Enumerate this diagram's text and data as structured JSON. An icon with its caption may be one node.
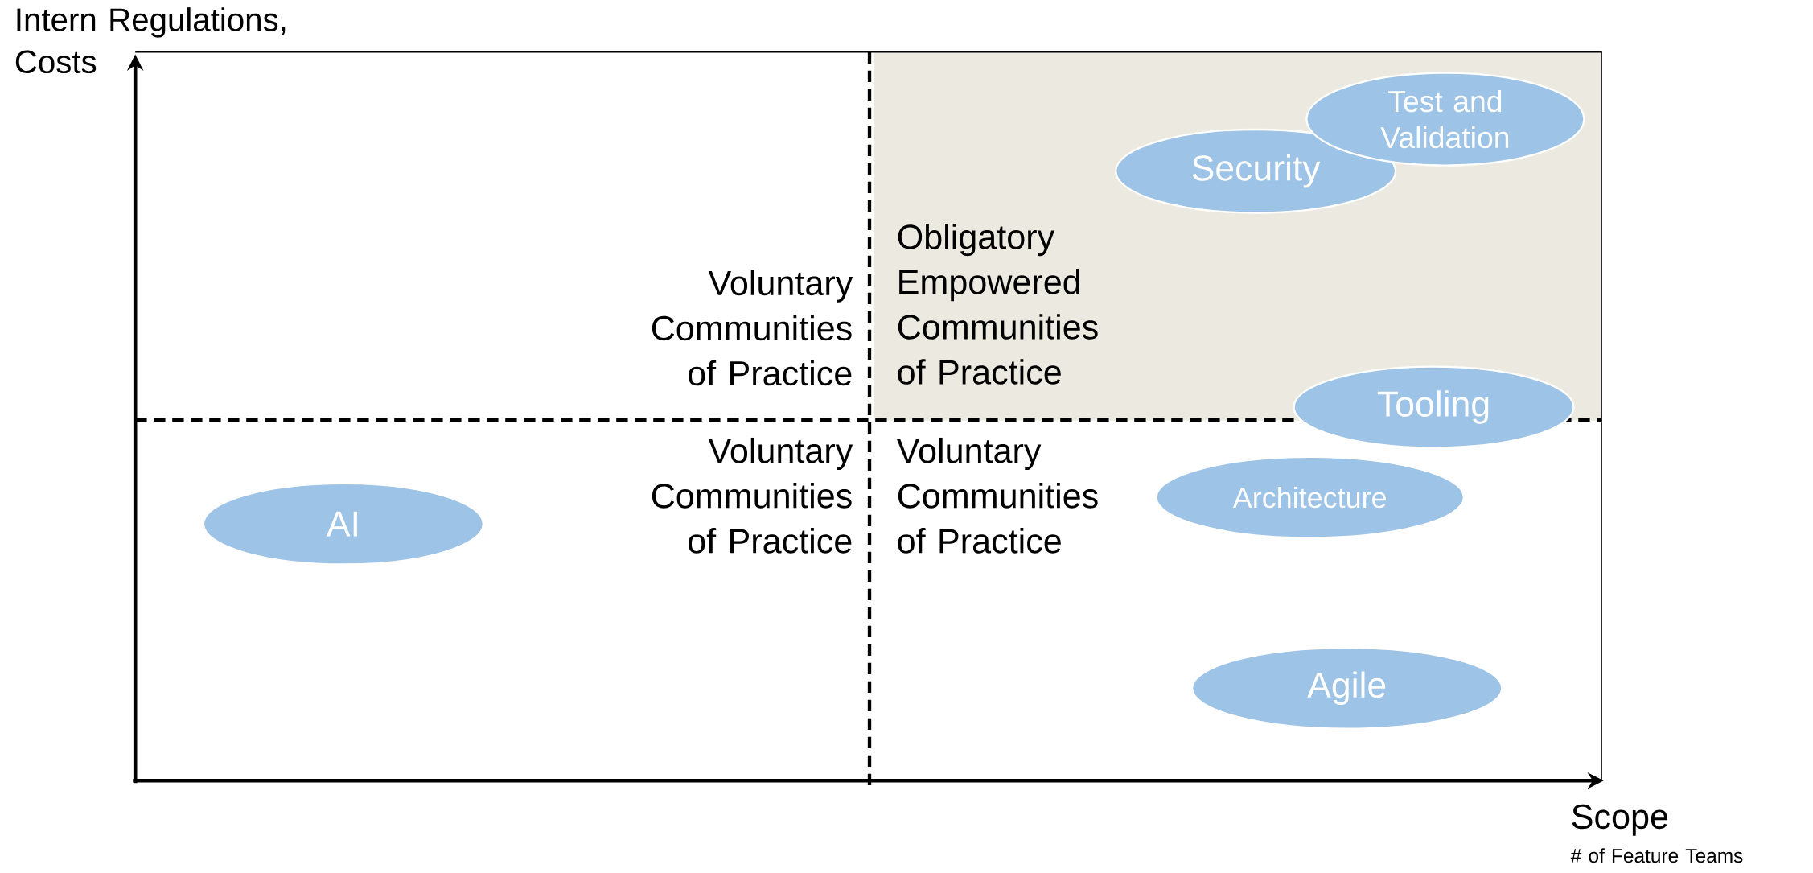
{
  "diagram": {
    "nodes": [
      {
        "text": [
          "Obligatory Empowered Communities of Practice"
        ]
      },
      {
        "text": [
          "Test and Validation"
        ],
        "in": 0
      },
      {
        "text": [
          "Security"
        ],
        "in": 0
      },
      {
        "text": [
          "Tooling"
        ]
      },
      {
        "text": [
          "Architecture"
        ]
      },
      {
        "text": [
          "AI"
        ]
      },
      {
        "text": [
          "Agile"
        ]
      }
    ],
    "edges": [],
    "labels": [
      "Intern Regulations, Costs",
      "Voluntary Communities of Practice",
      "Voluntary Communities of Practice",
      "Voluntary Communities of Practice",
      "Scope",
      "# of Feature Teams"
    ]
  }
}
